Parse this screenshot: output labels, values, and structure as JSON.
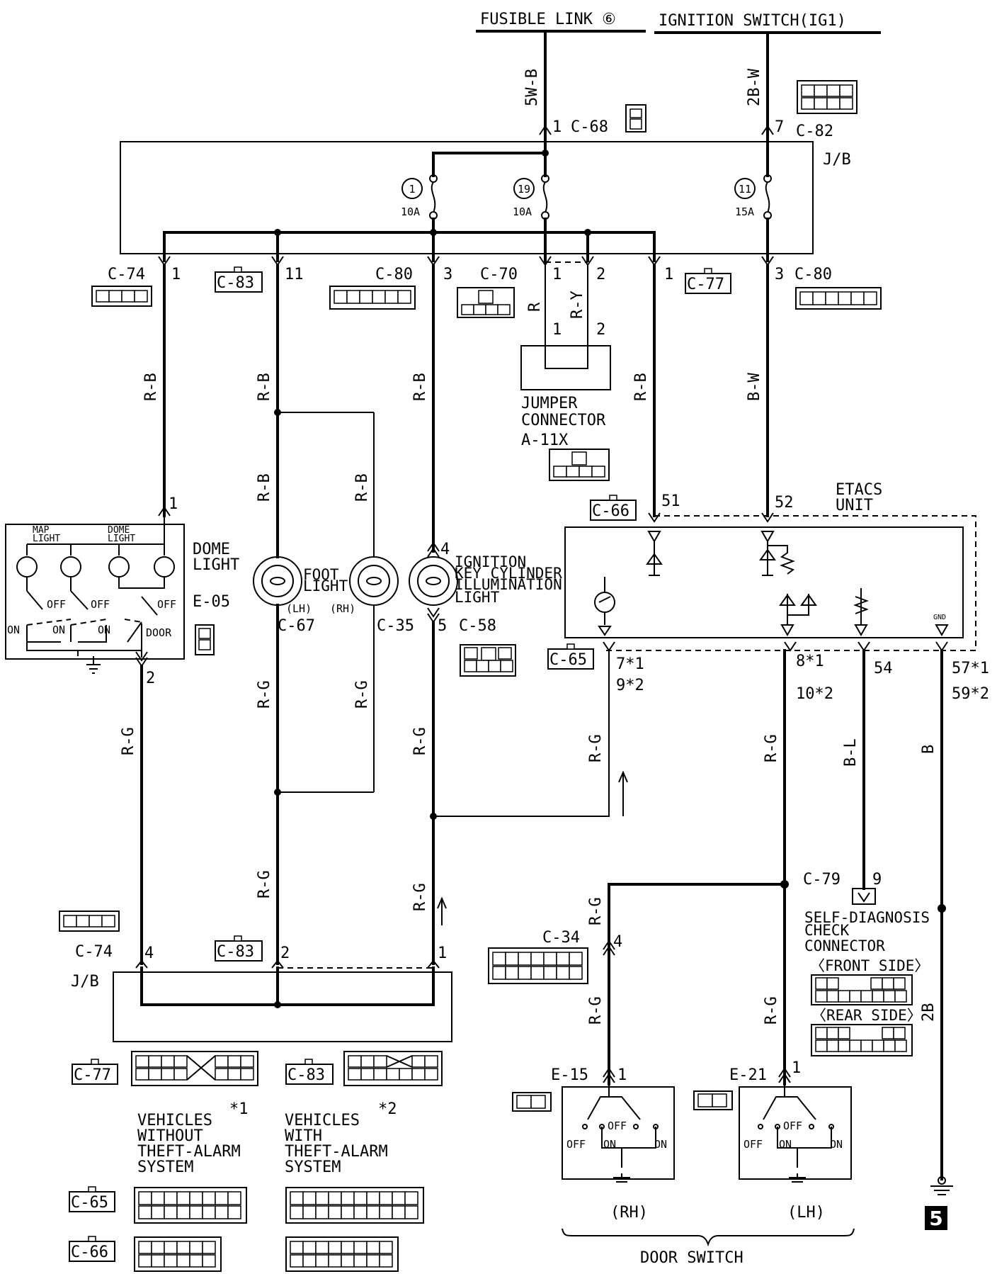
{
  "sources": {
    "fusible_link": "FUSIBLE LINK ⑥",
    "ignition_switch": "IGNITION SWITCH(IG1)"
  },
  "wires": {
    "w5wb": "5W-B",
    "w2bw": "2B-W",
    "rb": "R-B",
    "rg": "R-G",
    "r": "R",
    "ry": "R-Y",
    "bw": "B-W",
    "bl": "B-L",
    "b": "B",
    "w2b": "2B"
  },
  "connectors": {
    "c68": "C-68",
    "c82": "C-82",
    "c74": "C-74",
    "c83": "C-83",
    "c80": "C-80",
    "c70": "C-70",
    "c77": "C-77",
    "c66": "C-66",
    "c65": "C-65",
    "c67": "C-67",
    "c35": "C-35",
    "c58": "C-58",
    "c79": "C-79",
    "c34": "C-34",
    "e15": "E-15",
    "e21": "E-21",
    "e05": "E-05",
    "a11x": "A-11X"
  },
  "jb": "J/B",
  "fuses": [
    {
      "num": "1",
      "rating": "10A"
    },
    {
      "num": "19",
      "rating": "10A"
    },
    {
      "num": "11",
      "rating": "15A"
    }
  ],
  "pins": {
    "p1": "1",
    "p2": "2",
    "p3": "3",
    "p4": "4",
    "p5": "5",
    "p7": "7",
    "p9": "9",
    "p11": "11",
    "p51": "51",
    "p52": "52",
    "p54": "54",
    "p7s1": "7*1",
    "p9s2": "9*2",
    "p8s1": "8*1",
    "p10s2": "10*2",
    "p57s1": "57*1",
    "p59s2": "59*2"
  },
  "components": {
    "jumper_l1": "JUMPER",
    "jumper_l2": "CONNECTOR",
    "etacs_l1": "ETACS",
    "etacs_l2": "UNIT",
    "gnd": "GND",
    "dome_l1": "DOME",
    "dome_l2": "LIGHT",
    "map_light_l1": "MAP",
    "map_light_l2": "LIGHT",
    "dome_inner_l1": "DOME",
    "dome_inner_l2": "LIGHT",
    "foot_l1": "FOOT",
    "foot_l2": "LIGHT",
    "lh": "(LH)",
    "rh": "(RH)",
    "ign_l1": "IGNITION",
    "ign_l2": "KEY CYLINDER",
    "ign_l3": "ILLUMINATION",
    "ign_l4": "LIGHT",
    "sd_l1": "SELF-DIAGNOSIS",
    "sd_l2": "CHECK",
    "sd_l3": "CONNECTOR",
    "front_side": "〈FRONT SIDE〉",
    "rear_side": "〈REAR SIDE〉",
    "door_switch": "DOOR SWITCH",
    "door_rh": "(RH)",
    "door_lh": "(LH)",
    "sw_off": "OFF",
    "sw_on": "ON",
    "sw_door": "DOOR"
  },
  "notes": {
    "n1_mark": "*1",
    "n1_l1": "VEHICLES",
    "n1_l2": "WITHOUT",
    "n1_l3": "THEFT-ALARM",
    "n1_l4": "SYSTEM",
    "n2_mark": "*2",
    "n2_l1": "VEHICLES",
    "n2_l2": "WITH",
    "n2_l3": "THEFT-ALARM",
    "n2_l4": "SYSTEM"
  },
  "page_number": "5"
}
